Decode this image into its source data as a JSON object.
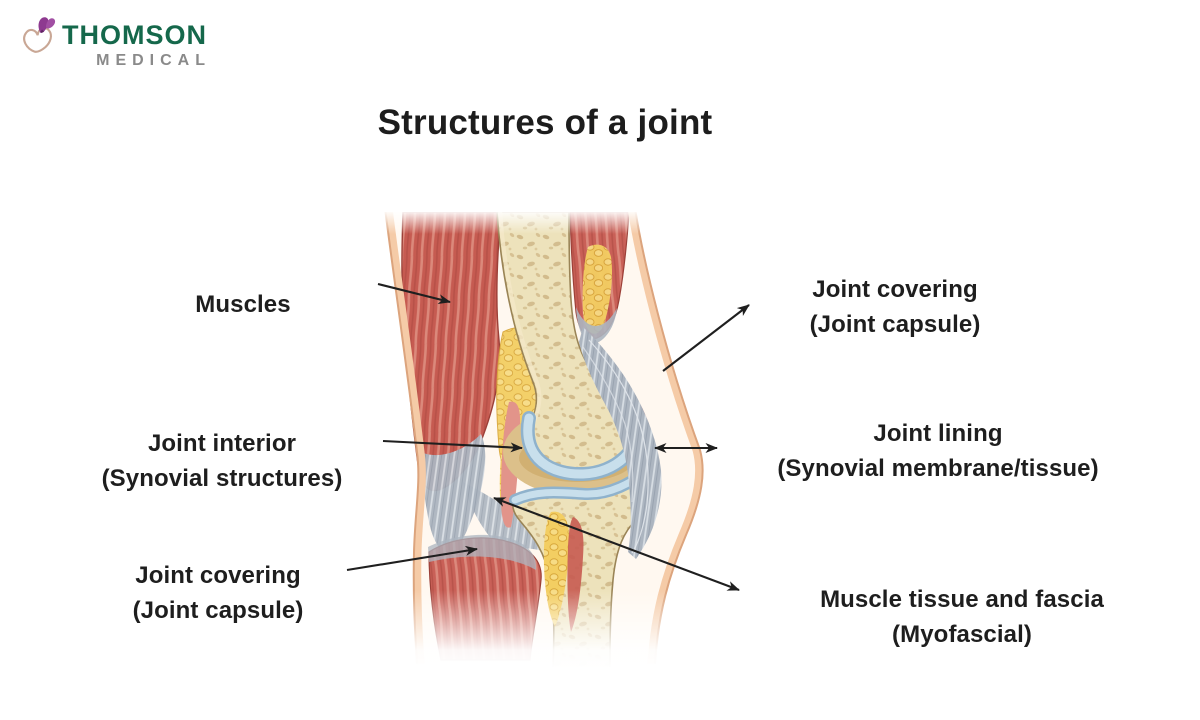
{
  "brand": {
    "name_top": "THOMSON",
    "name_bottom": "MEDICAL",
    "color_green": "#15684B",
    "color_gray": "#8A8A8A",
    "butterfly_purple": "#8E3A90",
    "butterfly_outline": "#C9A795"
  },
  "title": "Structures of a joint",
  "labels": {
    "muscles": {
      "text": "Muscles"
    },
    "joint_interior": {
      "line1": "Joint interior",
      "line2": "(Synovial structures)"
    },
    "joint_covering_left": {
      "line1": "Joint covering",
      "line2": "(Joint capsule)"
    },
    "joint_covering_right": {
      "line1": "Joint covering",
      "line2": "(Joint capsule)"
    },
    "joint_lining": {
      "line1": "Joint lining",
      "line2": "(Synovial membrane/tissue)"
    },
    "myofascial": {
      "line1": "Muscle tissue and fascia",
      "line2": "(Myofascial)"
    }
  },
  "illustration": {
    "subject": "knee joint cross-section",
    "palette": {
      "muscle_red": "#C65B51",
      "muscle_striation": "#DE9183",
      "bone_fill": "#EDE2BB",
      "bone_speckle": "#C7AC78",
      "cartilage_blue": "#C8DFEC",
      "cartilage_edge": "#8FB2CC",
      "fat_yellow": "#F3CE62",
      "ligament_gray": "#ACB5C0",
      "synovial_pink": "#E2948A",
      "joint_space_tan": "#DCC08A",
      "skin_band": "#F5CBA7",
      "skin_line": "#DCA47D",
      "arrow_color": "#1F1F1F",
      "text_color": "#1E1E1E"
    }
  }
}
